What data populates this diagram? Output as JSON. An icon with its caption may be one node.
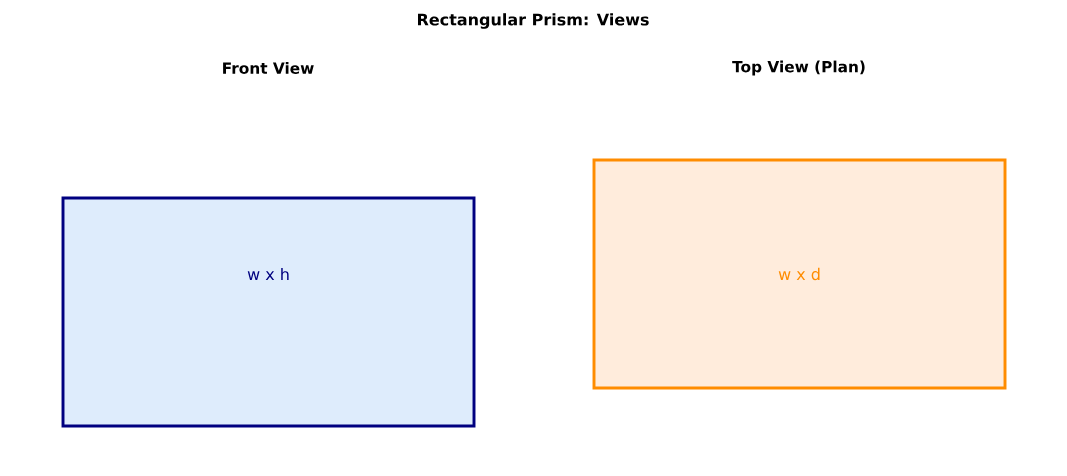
{
  "diagram": {
    "title": "Rectangular Prism: Views",
    "nodes": [
      {
        "text": [
          "w x h"
        ]
      },
      {
        "text": [
          "w x d"
        ]
      }
    ],
    "labels": [
      "Front View",
      "Top View (Plan)"
    ]
  }
}
